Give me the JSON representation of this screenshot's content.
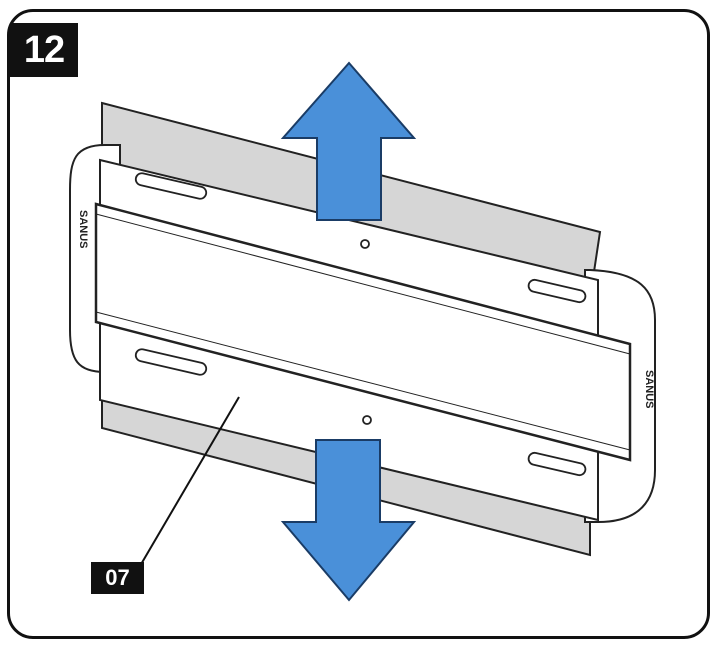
{
  "step": {
    "number": "12"
  },
  "callout": {
    "part_number": "07"
  },
  "bracket": {
    "brand_text": "SANUS"
  },
  "colors": {
    "arrow_fill": "#4a90d9",
    "arrow_stroke": "#1a3c66",
    "plate_fill": "#d6d6d6",
    "outline": "#222222",
    "badge_fill": "#111111"
  },
  "icons": {
    "up_arrow": "arrow-up-icon",
    "down_arrow": "arrow-down-icon"
  }
}
